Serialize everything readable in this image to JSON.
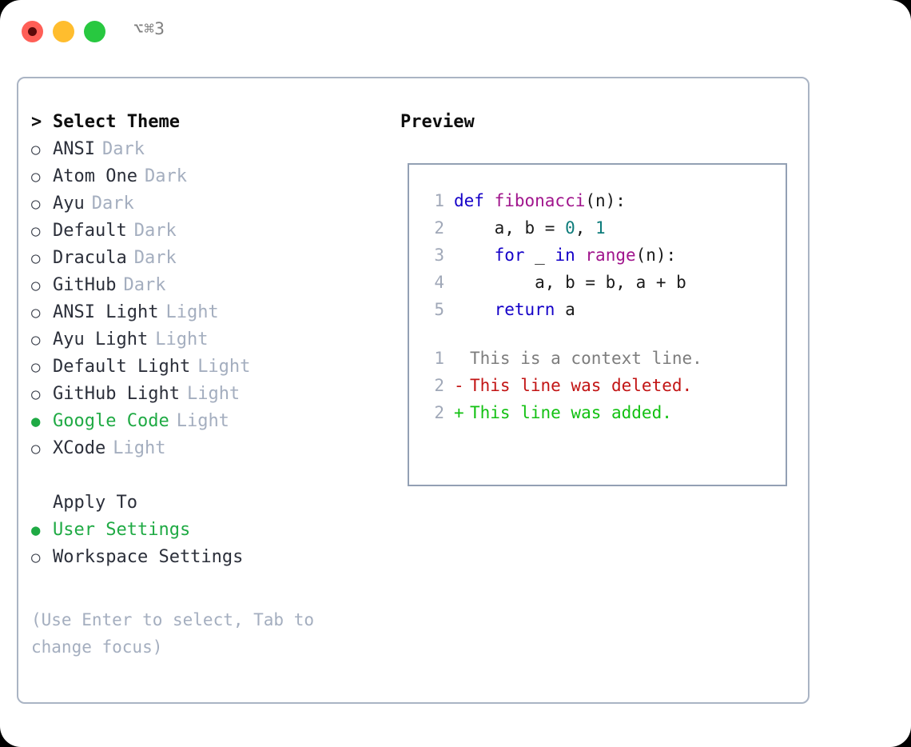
{
  "titlebar": {
    "shortcut": "⌥⌘3",
    "buttons": [
      {
        "name": "close",
        "color": "#ff5f57"
      },
      {
        "name": "minimize",
        "color": "#ffbd2e"
      },
      {
        "name": "zoom",
        "color": "#28c840"
      }
    ]
  },
  "theme_picker": {
    "heading": "Select Theme",
    "heading_marker": ">",
    "marker_selected": "●",
    "marker_unselected": "○",
    "items": [
      {
        "label": "ANSI",
        "kind": "Dark",
        "selected": false
      },
      {
        "label": "Atom One",
        "kind": "Dark",
        "selected": false
      },
      {
        "label": "Ayu",
        "kind": "Dark",
        "selected": false
      },
      {
        "label": "Default",
        "kind": "Dark",
        "selected": false
      },
      {
        "label": "Dracula",
        "kind": "Dark",
        "selected": false
      },
      {
        "label": "GitHub",
        "kind": "Dark",
        "selected": false
      },
      {
        "label": "ANSI Light",
        "kind": "Light",
        "selected": false
      },
      {
        "label": "Ayu Light",
        "kind": "Light",
        "selected": false
      },
      {
        "label": "Default Light",
        "kind": "Light",
        "selected": false
      },
      {
        "label": "GitHub Light",
        "kind": "Light",
        "selected": false
      },
      {
        "label": "Google Code",
        "kind": "Light",
        "selected": true
      },
      {
        "label": "XCode",
        "kind": "Light",
        "selected": false
      }
    ]
  },
  "apply_to": {
    "heading": "Apply To",
    "options": [
      {
        "label": "User Settings",
        "selected": true
      },
      {
        "label": "Workspace Settings",
        "selected": false
      }
    ]
  },
  "hint": "(Use Enter to select, Tab to change focus)",
  "preview": {
    "title": "Preview",
    "code_lines": [
      {
        "num": "1",
        "tokens": [
          {
            "t": "def ",
            "c": "kw"
          },
          {
            "t": "fibonacci",
            "c": "fn"
          },
          {
            "t": "(n):",
            "c": "pl"
          }
        ]
      },
      {
        "num": "2",
        "tokens": [
          {
            "t": "    a, b = ",
            "c": "pl"
          },
          {
            "t": "0",
            "c": "num"
          },
          {
            "t": ", ",
            "c": "pl"
          },
          {
            "t": "1",
            "c": "num"
          }
        ]
      },
      {
        "num": "3",
        "tokens": [
          {
            "t": "    ",
            "c": "pl"
          },
          {
            "t": "for",
            "c": "kw"
          },
          {
            "t": " _ ",
            "c": "pl"
          },
          {
            "t": "in",
            "c": "kw"
          },
          {
            "t": " ",
            "c": "pl"
          },
          {
            "t": "range",
            "c": "fn"
          },
          {
            "t": "(n):",
            "c": "pl"
          }
        ]
      },
      {
        "num": "4",
        "tokens": [
          {
            "t": "        a, b = b, a + b",
            "c": "pl"
          }
        ]
      },
      {
        "num": "5",
        "tokens": [
          {
            "t": "    ",
            "c": "pl"
          },
          {
            "t": "return",
            "c": "kw"
          },
          {
            "t": " a",
            "c": "pl"
          }
        ]
      }
    ],
    "diff_lines": [
      {
        "num": "1",
        "mark": " ",
        "text": "This is a context line.",
        "style": "dctx"
      },
      {
        "num": "2",
        "mark": "-",
        "text": "This line was deleted.",
        "style": "ddel"
      },
      {
        "num": "2",
        "mark": "+",
        "text": "This line was added.",
        "style": "dadd"
      }
    ]
  },
  "colors": {
    "accent_green": "#1faa44",
    "muted": "#a4aebf",
    "border": "#aab4c4",
    "preview_border": "#93a0b4",
    "keyword": "#1400c8",
    "function": "#a0148c",
    "number": "#0e7c7b",
    "diff_add": "#12c112",
    "diff_del": "#c21414",
    "diff_ctx": "#7d7d7d"
  }
}
